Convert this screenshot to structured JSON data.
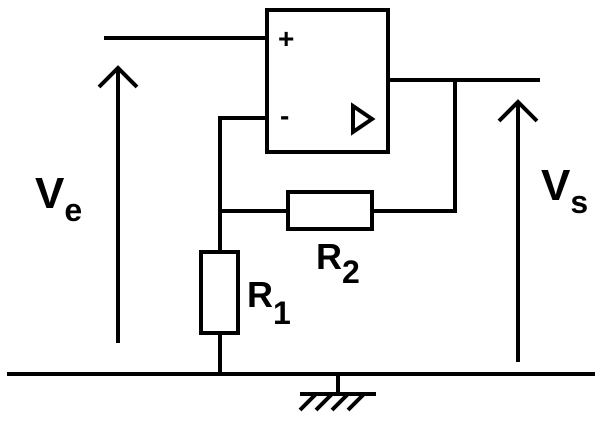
{
  "opamp": {
    "plus_sign": "+",
    "minus_sign": "-"
  },
  "labels": {
    "ve_main": "V",
    "ve_sub": "e",
    "vs_main": "V",
    "vs_sub": "s",
    "r1_main": "R",
    "r1_sub": "1",
    "r2_main": "R",
    "r2_sub": "2"
  },
  "colors": {
    "ink": "#000000",
    "background": "#ffffff"
  }
}
